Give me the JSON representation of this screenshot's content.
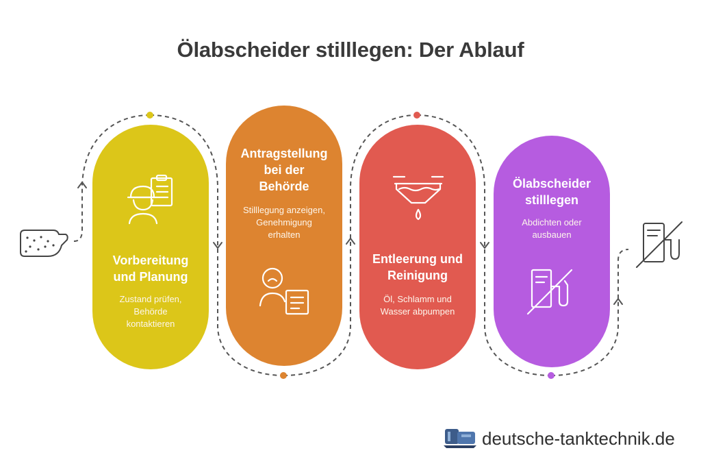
{
  "title": "Ölabscheider stilllegen: Der Ablauf",
  "steps": [
    {
      "heading": "Vorbereitung und Planung",
      "heading_lines": [
        "Vorbereitung",
        "und Planung"
      ],
      "description_lines": [
        "Zustand prüfen,",
        "Behörde",
        "kontaktieren"
      ],
      "color": "#dcc619",
      "icon": "worker-clipboard-icon"
    },
    {
      "heading": "Antragstellung bei der Behörde",
      "heading_lines": [
        "Antragstellung",
        "bei der",
        "Behörde"
      ],
      "description_lines": [
        "Stilllegung anzeigen,",
        "Genehmigung",
        "erhalten"
      ],
      "color": "#dd8430",
      "icon": "person-document-icon"
    },
    {
      "heading": "Entleerung und Reinigung",
      "heading_lines": [
        "Entleerung und",
        "Reinigung"
      ],
      "description_lines": [
        "Öl, Schlamm und",
        "Wasser abpumpen"
      ],
      "color": "#e15a50",
      "icon": "separator-drain-icon"
    },
    {
      "heading": "Ölabscheider stilllegen",
      "heading_lines": [
        "Ölabscheider",
        "stilllegen"
      ],
      "description_lines": [
        "Abdichten oder",
        "ausbauen"
      ],
      "color": "#b65ce0",
      "icon": "crossed-out-fuel-pump-icon"
    }
  ],
  "start_icon": "oil-separator-tank-icon",
  "end_icon": "crossed-out-fuel-pump-icon",
  "brand": {
    "name": "deutsche-tanktechnik.de",
    "logo_icon": "tank-logo-icon"
  }
}
